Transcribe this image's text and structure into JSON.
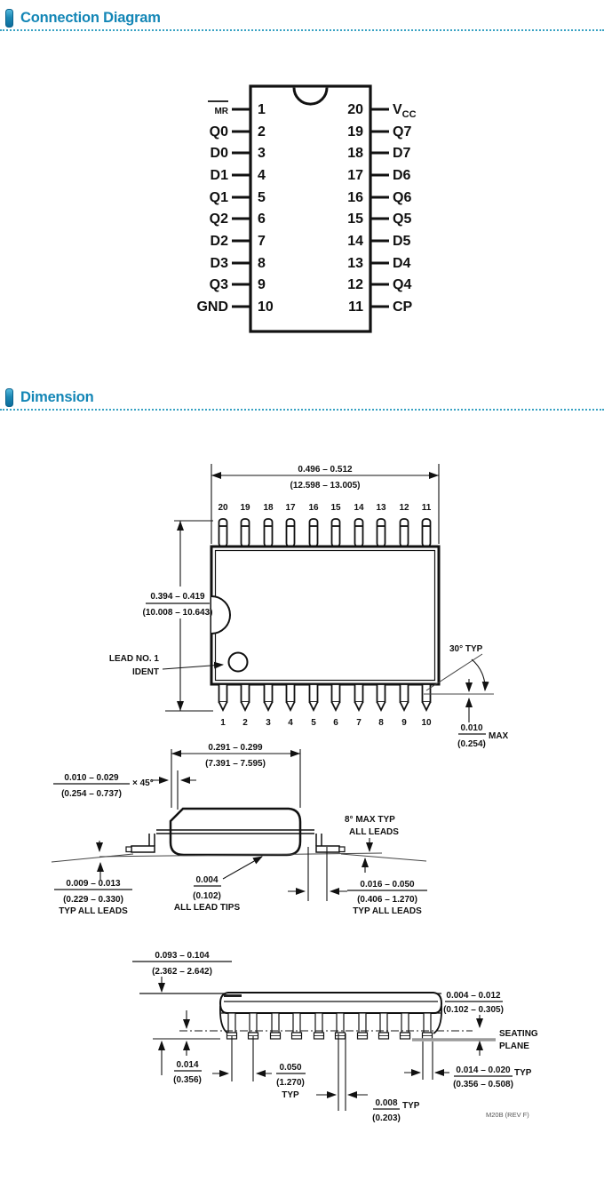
{
  "header": {
    "connection_title": "Connection Diagram",
    "dimension_title": "Dimension"
  },
  "colors": {
    "accent_text": "#1386b6",
    "accent_bar": "#1d88b4",
    "dotted_rule": "#38a2c3",
    "drawing_stroke": "#111111",
    "seating_plane_line": "#9a9a9a"
  },
  "pinout": {
    "left": [
      {
        "num": "1",
        "label": "MR",
        "overline": true
      },
      {
        "num": "2",
        "label": "Q0"
      },
      {
        "num": "3",
        "label": "D0"
      },
      {
        "num": "4",
        "label": "D1"
      },
      {
        "num": "5",
        "label": "Q1"
      },
      {
        "num": "6",
        "label": "Q2"
      },
      {
        "num": "7",
        "label": "D2"
      },
      {
        "num": "8",
        "label": "D3"
      },
      {
        "num": "9",
        "label": "Q3"
      },
      {
        "num": "10",
        "label": "GND"
      }
    ],
    "right": [
      {
        "num": "20",
        "label": "V",
        "sub": "CC"
      },
      {
        "num": "19",
        "label": "Q7"
      },
      {
        "num": "18",
        "label": "D7"
      },
      {
        "num": "17",
        "label": "D6"
      },
      {
        "num": "16",
        "label": "Q6"
      },
      {
        "num": "15",
        "label": "Q5"
      },
      {
        "num": "14",
        "label": "D5"
      },
      {
        "num": "13",
        "label": "D4"
      },
      {
        "num": "12",
        "label": "Q4"
      },
      {
        "num": "11",
        "label": "CP"
      }
    ]
  },
  "top_view": {
    "top_pins": [
      "20",
      "19",
      "18",
      "17",
      "16",
      "15",
      "14",
      "13",
      "12",
      "11"
    ],
    "bottom_pins": [
      "1",
      "2",
      "3",
      "4",
      "5",
      "6",
      "7",
      "8",
      "9",
      "10"
    ],
    "width_in": "0.496 – 0.512",
    "width_mm": "(12.598 – 13.005)",
    "height_in": "0.394 – 0.419",
    "height_mm": "(10.008 – 10.643)",
    "lead_ident_line1": "LEAD NO. 1",
    "lead_ident_line2": "IDENT",
    "lead_angle": "30° TYP",
    "standoff_in": "0.010",
    "standoff_mm": "(0.254)",
    "standoff_suffix": "MAX"
  },
  "side_view": {
    "body_in": "0.291 – 0.299",
    "body_mm": "(7.391 – 7.595)",
    "chamfer_in": "0.010 – 0.029",
    "chamfer_mm": "(0.254 – 0.737)",
    "chamfer_angle": "× 45°",
    "angle_line1": "8° MAX TYP",
    "angle_line2": "ALL LEADS",
    "thickness_in": "0.009 – 0.013",
    "thickness_mm": "(0.229 – 0.330)",
    "thickness_note": "TYP ALL LEADS",
    "tip_in": "0.004",
    "tip_mm": "(0.102)",
    "tip_note": "ALL LEAD TIPS",
    "foot_in": "0.016 – 0.050",
    "foot_mm": "(0.406 – 1.270)",
    "foot_note": "TYP ALL LEADS"
  },
  "end_view": {
    "height_in": "0.093 – 0.104",
    "height_mm": "(2.362 – 2.642)",
    "standoff_in": "0.004 – 0.012",
    "standoff_mm": "(0.102 – 0.305)",
    "seating_line1": "SEATING",
    "seating_line2": "PLANE",
    "lead_in": "0.014",
    "lead_mm": "(0.356)",
    "pitch_in": "0.050",
    "pitch_mm": "(1.270)",
    "pitch_note": "TYP",
    "lead_width_in": "0.008",
    "lead_width_suffix": "TYP",
    "lead_width_mm": "(0.203)",
    "foot_in": "0.014 – 0.020",
    "foot_suffix": "TYP",
    "foot_mm": "(0.356 – 0.508)",
    "drawing_code": "M20B (REV F)"
  }
}
